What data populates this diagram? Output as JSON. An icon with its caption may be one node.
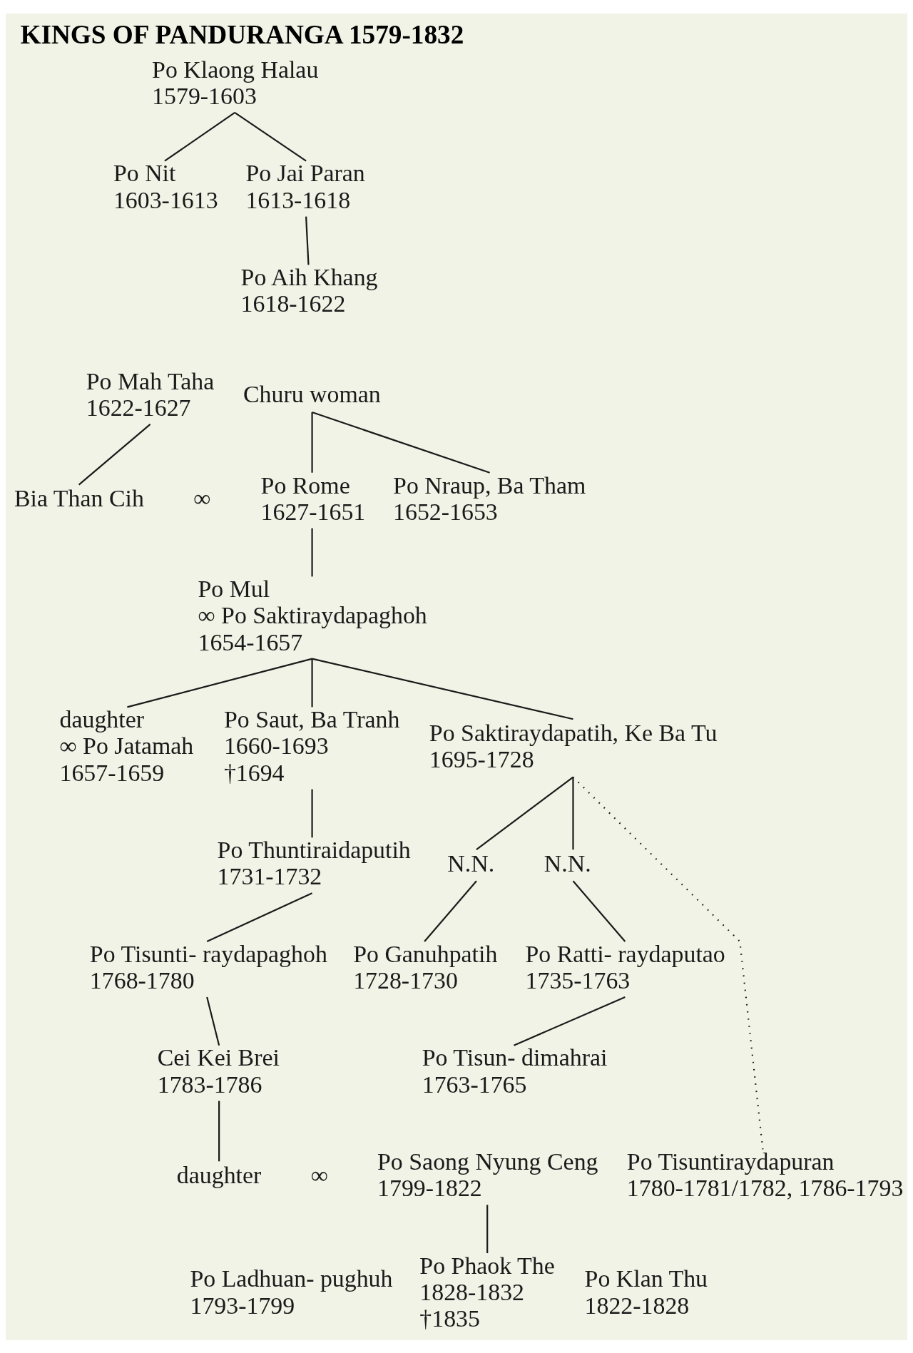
{
  "diagram": {
    "title": "KINGS OF PANDURANGA 1579-1832",
    "nodes": [
      {
        "text": [
          "Po Klaong Halau",
          "1579-1603"
        ]
      },
      {
        "text": [
          "Po Nit",
          "1603-1613"
        ]
      },
      {
        "text": [
          "Po Jai Paran",
          "1613-1618"
        ]
      },
      {
        "text": [
          "Po Aih Khang",
          "1618-1622"
        ]
      },
      {
        "text": [
          "Po Mah Taha",
          "1622-1627"
        ]
      },
      {
        "text": [
          "Churu woman"
        ]
      },
      {
        "text": [
          "Bia Than Cih"
        ]
      },
      {
        "text": [
          "Po Rome",
          "1627-1651"
        ]
      },
      {
        "text": [
          "Po Nraup, Ba Tham",
          "1652-1653"
        ]
      },
      {
        "text": [
          "Po Mul",
          "∞ Po Saktiraydapaghoh",
          "1654-1657"
        ]
      },
      {
        "text": [
          "daughter",
          "∞ Po Jatamah",
          "1657-1659"
        ]
      },
      {
        "text": [
          "Po Saut, Ba Tranh",
          "1660-1693",
          "†1694"
        ]
      },
      {
        "text": [
          "Po Saktiraydapatih, Ke Ba Tu",
          "1695-1728"
        ]
      },
      {
        "text": [
          "Po Thuntiraidaputih",
          "1731-1732"
        ]
      },
      {
        "text": [
          "N.N."
        ]
      },
      {
        "text": [
          "N.N."
        ]
      },
      {
        "text": [
          "Po Ganuhpatih",
          "1728-1730"
        ]
      },
      {
        "text": [
          "Po Ratti- raydaputao",
          "1735-1763"
        ]
      },
      {
        "text": [
          "Po Tisunti- raydapaghoh",
          "1768-1780"
        ]
      },
      {
        "text": [
          "Po Tisun- dimahrai",
          "1763-1765"
        ]
      },
      {
        "text": [
          "Cei Kei Brei",
          "1783-1786"
        ]
      },
      {
        "text": [
          "daughter"
        ]
      },
      {
        "text": [
          "Po Saong Nyung Ceng",
          "1799-1822"
        ]
      },
      {
        "text": [
          "Po Tisuntiraydapuran",
          "1780-1781/1782, 1786-1793"
        ]
      },
      {
        "text": [
          "Po Ladhuan- pughuh",
          "1793-1799"
        ]
      },
      {
        "text": [
          "Po Phaok The",
          "1828-1832",
          "†1835"
        ]
      },
      {
        "text": [
          "Po Klan Thu",
          "1822-1828"
        ]
      }
    ],
    "edges": [
      {
        "from": 0,
        "to": 1,
        "arrow": "none"
      },
      {
        "from": 0,
        "to": 2,
        "arrow": "none"
      },
      {
        "from": 2,
        "to": 3,
        "arrow": "none"
      },
      {
        "from": 4,
        "to": 6,
        "arrow": "none"
      },
      {
        "from": 5,
        "to": 7,
        "arrow": "none"
      },
      {
        "from": 5,
        "to": 8,
        "arrow": "none"
      },
      {
        "from": 7,
        "to": 9,
        "arrow": "none"
      },
      {
        "from": 9,
        "to": 10,
        "arrow": "none"
      },
      {
        "from": 9,
        "to": 11,
        "arrow": "none"
      },
      {
        "from": 9,
        "to": 12,
        "arrow": "none"
      },
      {
        "from": 11,
        "to": 13,
        "arrow": "none"
      },
      {
        "from": 12,
        "to": 14,
        "arrow": "none"
      },
      {
        "from": 12,
        "to": 15,
        "arrow": "none"
      },
      {
        "from": 12,
        "to": 23,
        "arrow": "none",
        "style": "dashed"
      },
      {
        "from": 13,
        "to": 18,
        "arrow": "none"
      },
      {
        "from": 14,
        "to": 16,
        "arrow": "none"
      },
      {
        "from": 15,
        "to": 17,
        "arrow": "none"
      },
      {
        "from": 17,
        "to": 19,
        "arrow": "none"
      },
      {
        "from": 18,
        "to": 20,
        "arrow": "none"
      },
      {
        "from": 20,
        "to": 21,
        "arrow": "none"
      },
      {
        "from": 22,
        "to": 25,
        "arrow": "none"
      }
    ],
    "labels": [
      "∞",
      "∞"
    ]
  }
}
